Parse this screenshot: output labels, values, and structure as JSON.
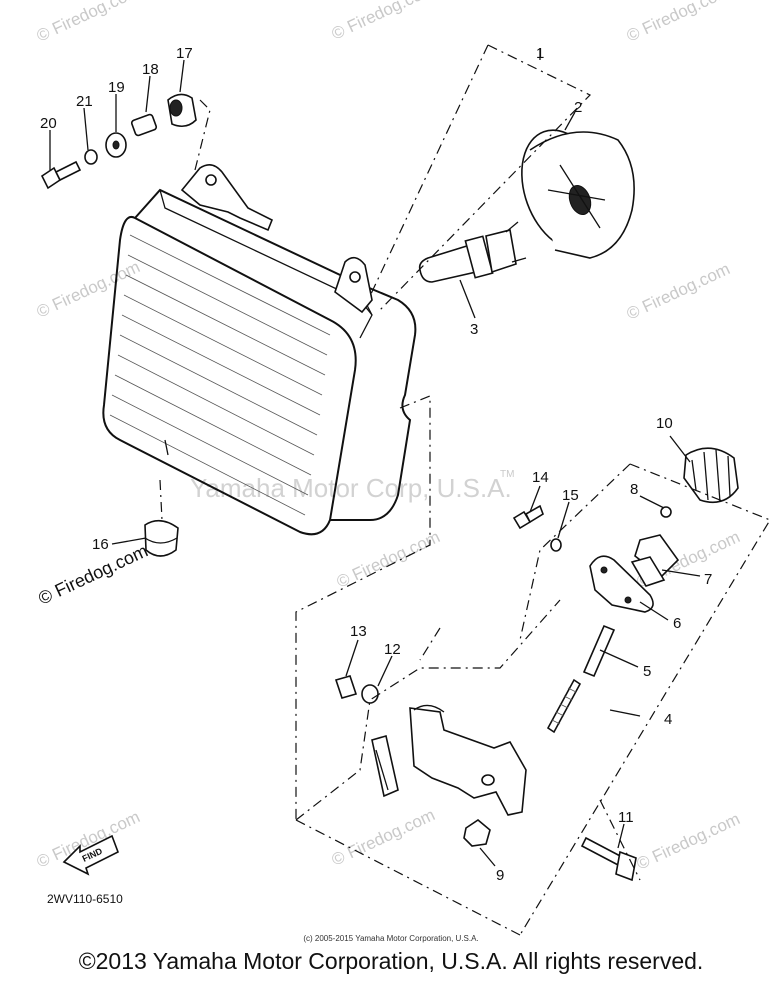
{
  "callouts": [
    {
      "id": "c1",
      "text": "1"
    },
    {
      "id": "c2",
      "text": "2"
    },
    {
      "id": "c3",
      "text": "3"
    },
    {
      "id": "c4",
      "text": "4"
    },
    {
      "id": "c5",
      "text": "5"
    },
    {
      "id": "c6",
      "text": "6"
    },
    {
      "id": "c7",
      "text": "7"
    },
    {
      "id": "c8",
      "text": "8"
    },
    {
      "id": "c9",
      "text": "9"
    },
    {
      "id": "c10",
      "text": "10"
    },
    {
      "id": "c11",
      "text": "11"
    },
    {
      "id": "c12",
      "text": "12"
    },
    {
      "id": "c13",
      "text": "13"
    },
    {
      "id": "c14",
      "text": "14"
    },
    {
      "id": "c15",
      "text": "15"
    },
    {
      "id": "c16",
      "text": "16"
    },
    {
      "id": "c17",
      "text": "17"
    },
    {
      "id": "c18",
      "text": "18"
    },
    {
      "id": "c19",
      "text": "19"
    },
    {
      "id": "c20",
      "text": "20"
    },
    {
      "id": "c21",
      "text": "21"
    }
  ],
  "watermarks": {
    "firedog": "© Firedog.com",
    "firedog_short": "Firedog.com",
    "yamaha": "Yamaha Motor Corp, U.S.A.",
    "tm": "TM"
  },
  "find_label": "FIND",
  "diagram_code": "2WV110-6510",
  "small_copyright": "(c) 2005-2015 Yamaha Motor Corporation, U.S.A.",
  "copyright": "©2013 Yamaha Motor Corporation, U.S.A. All rights reserved."
}
